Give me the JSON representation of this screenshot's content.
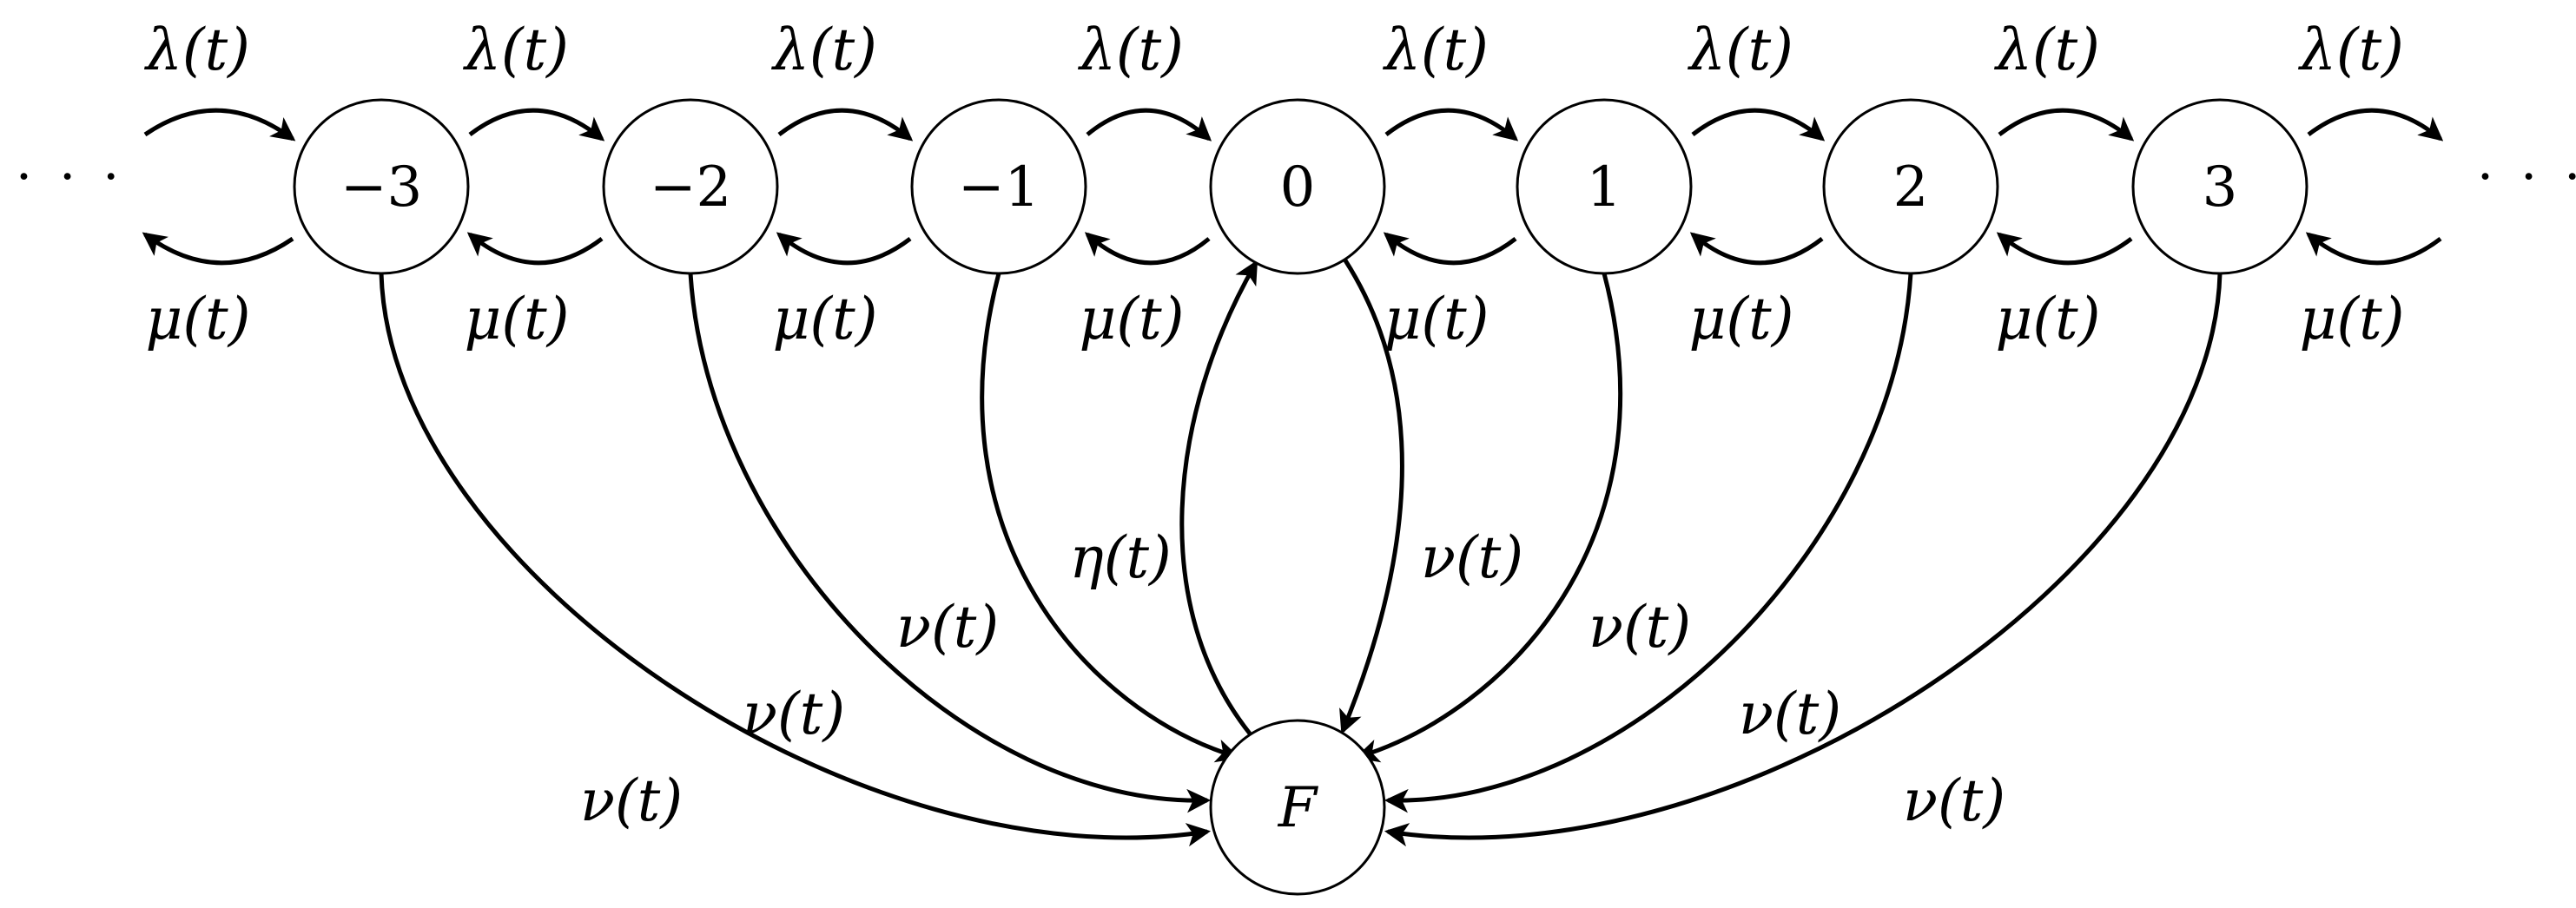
{
  "nodes": [
    "−3",
    "−2",
    "−1",
    "0",
    "1",
    "2",
    "3"
  ],
  "failure_node": "F",
  "ellipsis": "· · ·",
  "rates": {
    "lambda": "λ(t)",
    "mu": "μ(t)",
    "nu": "ν(t)",
    "eta": "η(t)"
  },
  "colors": {
    "stroke": "#000000",
    "fill": "#ffffff"
  }
}
